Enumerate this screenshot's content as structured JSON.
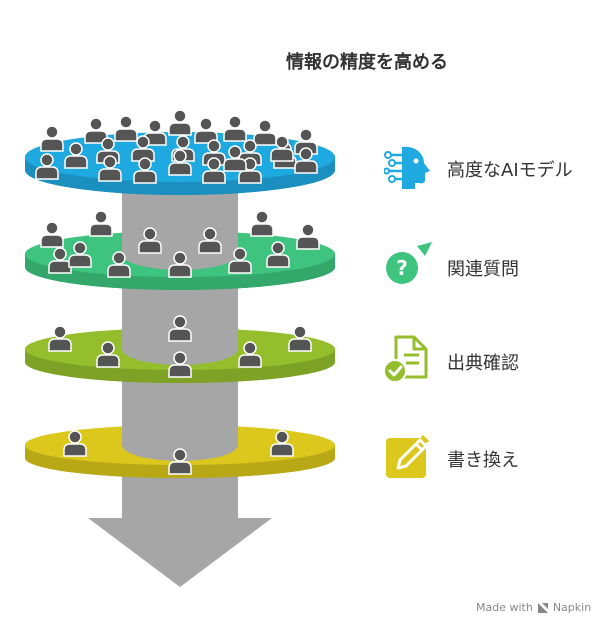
{
  "title": "情報の精度を高める",
  "layers": [
    {
      "label": "高度なAIモデル",
      "icon": "ai-head-icon",
      "color": "#1fa9e1",
      "people": 25
    },
    {
      "label": "関連質問",
      "icon": "question-icon",
      "color": "#3ec47e",
      "people": 12
    },
    {
      "label": "出典確認",
      "icon": "document-check-icon",
      "color": "#94be2c",
      "people": 6
    },
    {
      "label": "書き換え",
      "icon": "edit-icon",
      "color": "#dcc81c",
      "people": 3
    }
  ],
  "colors": {
    "core": "#a6a6a6",
    "arrow": "#a6a6a6",
    "person": "#555555"
  },
  "footer": {
    "made_with": "Made with",
    "brand": "Napkin"
  }
}
